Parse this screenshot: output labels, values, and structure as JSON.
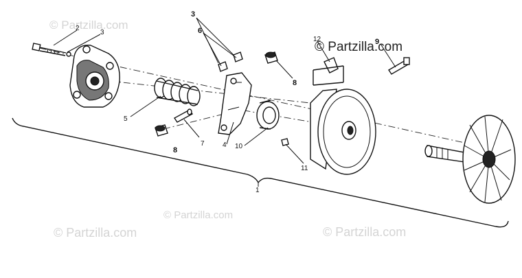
{
  "watermarks": {
    "main": "© Partzilla.com",
    "faint": [
      "© Partzilla.com",
      "© Partzilla.com",
      "© Partzilla.com",
      "© Partzilla.com"
    ]
  },
  "callouts": {
    "p1": "1",
    "p2": "2",
    "p3_left": "3",
    "p3_top": "3",
    "p4": "4",
    "p5": "5",
    "p6": "6",
    "p7": "7",
    "p8_left": "8",
    "p8_right": "8",
    "p9": "9",
    "p10": "10",
    "p11": "11",
    "p12": "12"
  },
  "colors": {
    "ink": "#111111",
    "watermark": "#d4d4d4",
    "background": "#ffffff"
  }
}
